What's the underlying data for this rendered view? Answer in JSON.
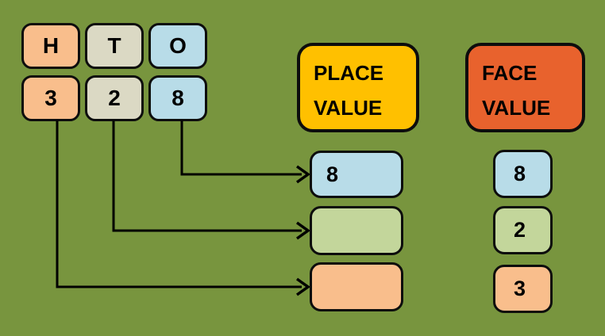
{
  "colors": {
    "background": "#78953E",
    "border": "#0D0D0D",
    "line": "#000000",
    "peach": "#F9BE8C",
    "beige": "#DBD9C4",
    "blue": "#B8DCE8",
    "green": "#C3D69B",
    "yellow": "#FFC000",
    "orange_red": "#E8622D",
    "text": "#000000"
  },
  "number_grid": {
    "headers": [
      {
        "label": "H",
        "color": "#F9BE8C"
      },
      {
        "label": "T",
        "color": "#DBD9C4"
      },
      {
        "label": "O",
        "color": "#B8DCE8"
      }
    ],
    "digits": [
      {
        "label": "3",
        "color": "#F9BE8C"
      },
      {
        "label": "2",
        "color": "#DBD9C4"
      },
      {
        "label": "8",
        "color": "#B8DCE8"
      }
    ]
  },
  "place_value": {
    "heading": "PLACE VALUE",
    "heading_color": "#FFC000",
    "boxes": [
      {
        "value": "8",
        "color": "#B8DCE8"
      },
      {
        "value": "",
        "color": "#C3D69B"
      },
      {
        "value": "",
        "color": "#F9BE8C"
      }
    ]
  },
  "face_value": {
    "heading": "FACE VALUE",
    "heading_color": "#E8622D",
    "boxes": [
      {
        "value": "8",
        "color": "#B8DCE8"
      },
      {
        "value": "2",
        "color": "#C3D69B"
      },
      {
        "value": "3",
        "color": "#F9BE8C"
      }
    ]
  }
}
